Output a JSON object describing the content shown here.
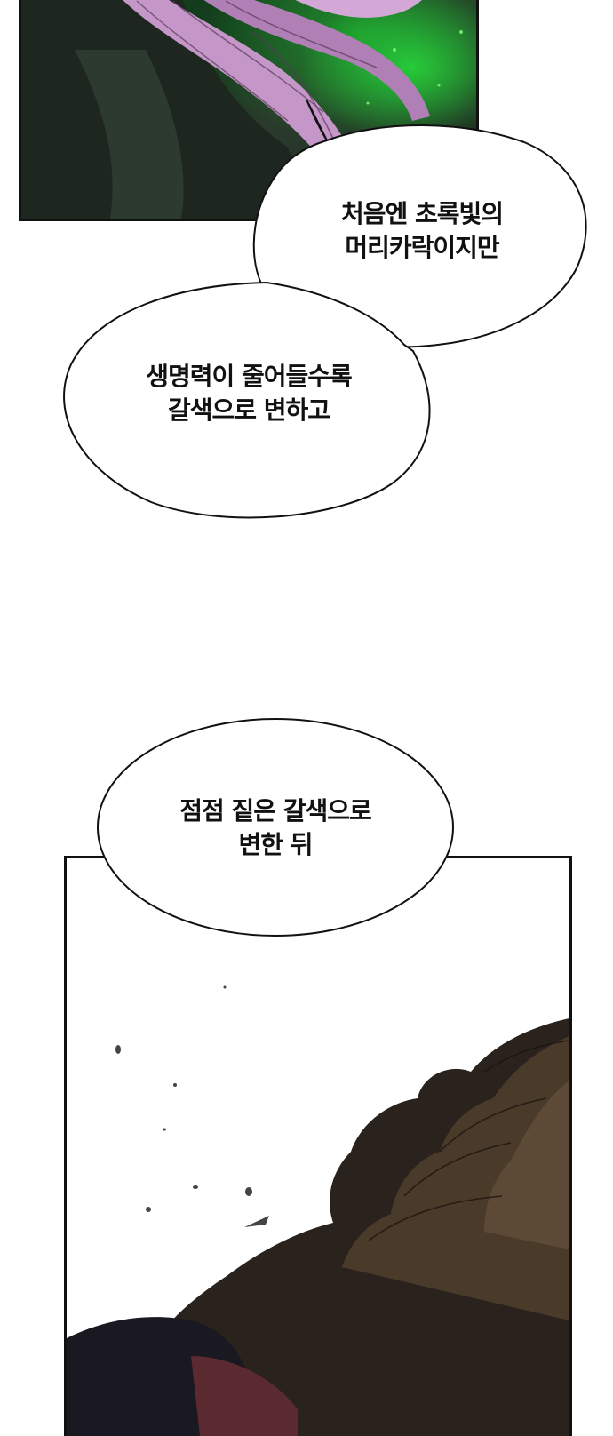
{
  "bubbles": [
    {
      "lines": [
        "처음엔 초록빛의",
        "머리카락이지만"
      ]
    },
    {
      "lines": [
        "생명력이 줄어들수록",
        "갈색으로 변하고"
      ]
    },
    {
      "lines": [
        "점점 짙은 갈색으로",
        "변한 뒤"
      ]
    }
  ],
  "colors": {
    "page_background": "#ffffff",
    "bubble_fill": "#ffffff",
    "bubble_outline": "#111111",
    "text": "#111111",
    "green_glow": "#22c83a",
    "hair_pink": "#c596c8",
    "hair_brown": "#4a3a2a"
  }
}
